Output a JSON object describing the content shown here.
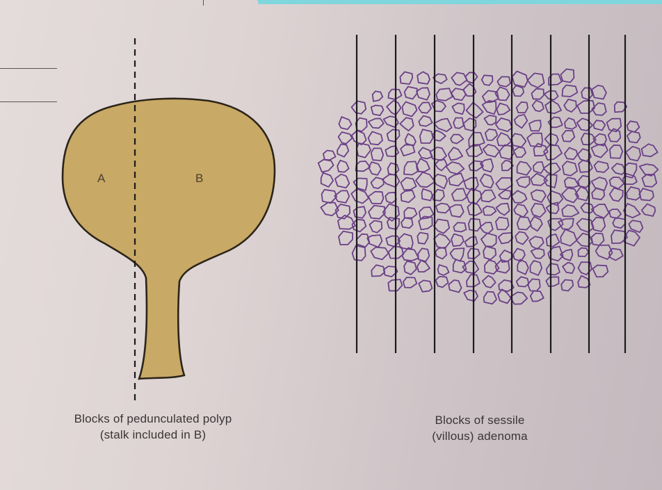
{
  "left_figure": {
    "label_a": "A",
    "label_b": "B",
    "caption_line1": "Blocks of pedunculated polyp",
    "caption_line2": "(stalk included in B)"
  },
  "right_figure": {
    "caption_line1": "Blocks of sessile",
    "caption_line2": "(villous) adenoma"
  },
  "colors": {
    "polyp_fill": "#c8a965",
    "polyp_outline": "#2b2419",
    "villi_outline": "#6a3f86",
    "cut_line": "#1c1a1c",
    "page_border": "#7fd6dc"
  },
  "icons": [
    "polyp-shape",
    "dashed-cut-line",
    "villous-adenoma-shape",
    "block-cut-lines"
  ]
}
